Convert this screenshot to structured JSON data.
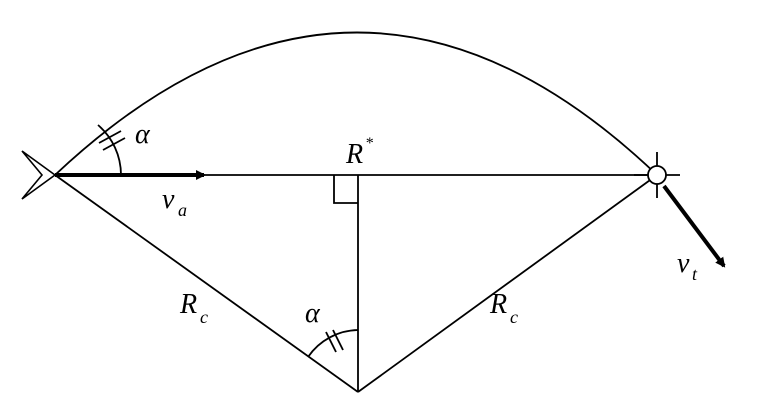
{
  "labels": {
    "alpha_top": "α",
    "alpha_bottom": "α",
    "r_star": "R",
    "r_star_sup": "*",
    "v_a": "v",
    "v_a_sub": "a",
    "v_t": "v",
    "v_t_sub": "t",
    "r_c_left": "R",
    "r_c_left_sub": "c",
    "r_c_right": "R",
    "r_c_right_sub": "c"
  }
}
